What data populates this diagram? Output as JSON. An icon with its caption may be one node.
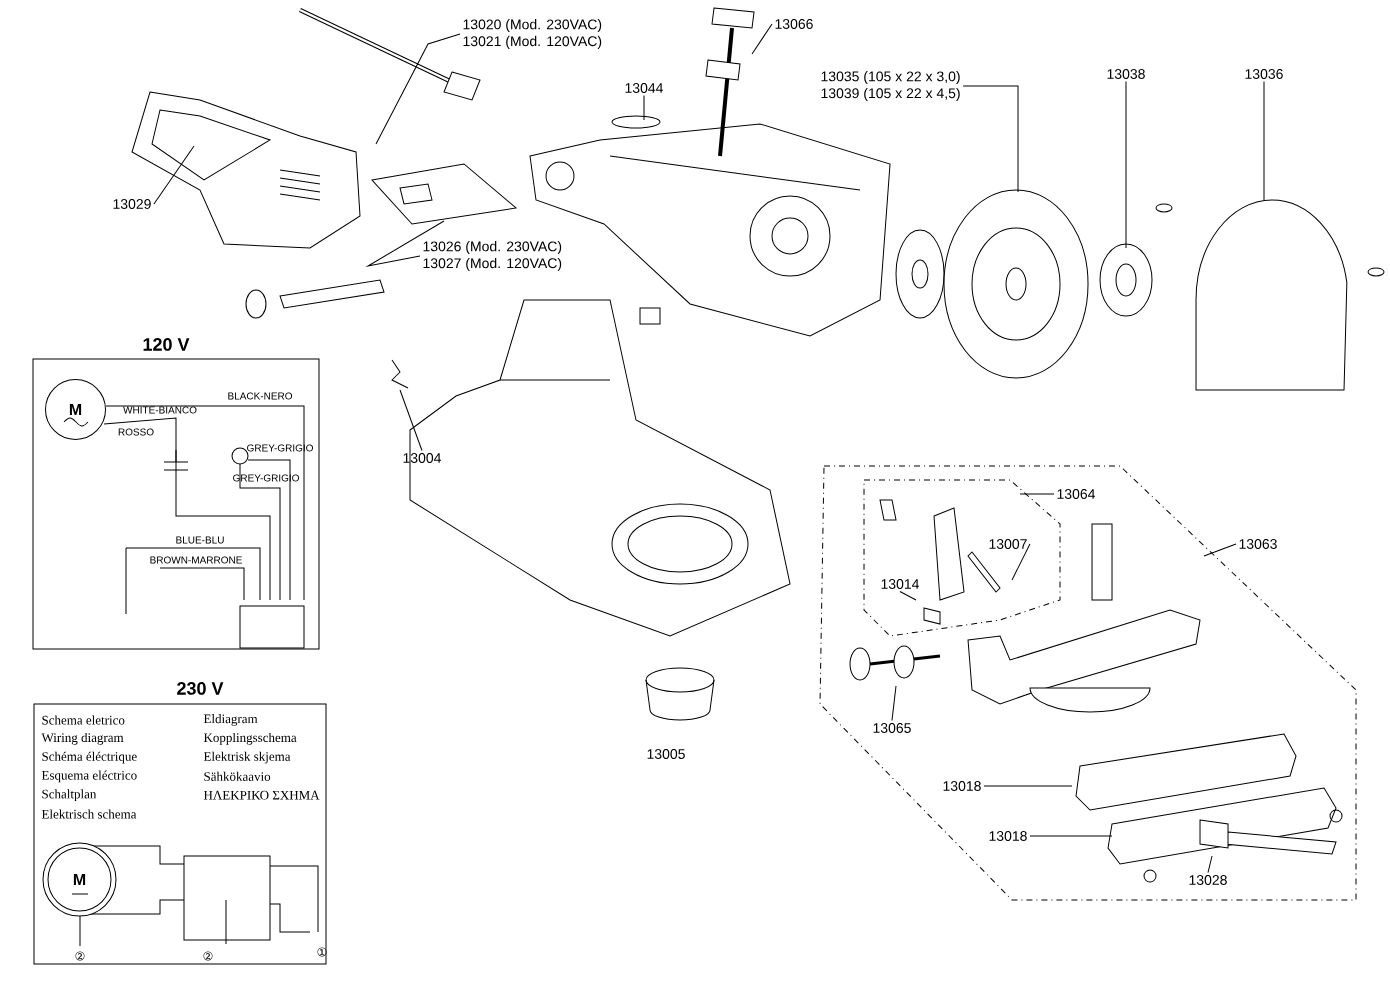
{
  "diagram": {
    "nodes": [
      {
        "text": [
          "13020 (Mod. 230VAC)",
          "13021 (Mod. 120VAC)"
        ]
      },
      {
        "text": [
          "13066"
        ]
      },
      {
        "text": [
          "13044"
        ]
      },
      {
        "text": [
          "13035 (105 x 22 x 3,0)",
          "13039 (105 x 22 x 4,5)"
        ]
      },
      {
        "text": [
          "13038"
        ]
      },
      {
        "text": [
          "13036"
        ]
      },
      {
        "text": [
          "13029"
        ]
      },
      {
        "text": [
          "13026 (Mod. 230VAC)",
          "13027 (Mod. 120VAC)"
        ]
      },
      {
        "text": [
          "120 V"
        ]
      },
      {
        "text": [
          "M"
        ],
        "in": 8
      },
      {
        "text": [
          "13004"
        ]
      },
      {
        "text": [
          "13064"
        ]
      },
      {
        "text": [
          "13007"
        ]
      },
      {
        "text": [
          "13063"
        ]
      },
      {
        "text": [
          "13014"
        ]
      },
      {
        "text": [
          "13065"
        ]
      },
      {
        "text": [
          "230 V",
          "Schema eletrico",
          "Wiring diagram",
          "Schéma éléctrique",
          "Esquema eléctrico",
          "Schaltplan",
          "Elektrisch schema",
          "Eldiagram",
          "Kopplingsschema",
          "Elektrisk skjema",
          "Sähkökaavio",
          "ΗΛΕΚΡΙΚΟ ΣΧΗΜΑ"
        ]
      },
      {
        "text": [
          "M"
        ],
        "in": 16
      },
      {
        "text": [
          "13018"
        ]
      },
      {
        "text": [
          "13018"
        ]
      },
      {
        "text": [
          "13028"
        ]
      }
    ],
    "edges": [
      {
        "from": 0,
        "to": null,
        "arrow": "none"
      },
      {
        "from": 1,
        "to": null,
        "arrow": "none"
      },
      {
        "from": 2,
        "to": null,
        "arrow": "none"
      },
      {
        "from": 3,
        "to": null,
        "arrow": "none"
      },
      {
        "from": 4,
        "to": null,
        "arrow": "none"
      },
      {
        "from": 5,
        "to": null,
        "arrow": "none"
      },
      {
        "from": 6,
        "to": null,
        "arrow": "none"
      },
      {
        "from": 7,
        "to": null,
        "arrow": "none"
      },
      {
        "from": 10,
        "to": null,
        "arrow": "none"
      },
      {
        "from": 11,
        "to": null,
        "arrow": "none"
      },
      {
        "from": 12,
        "to": null,
        "arrow": "none"
      },
      {
        "from": 13,
        "to": null,
        "arrow": "none"
      },
      {
        "from": 14,
        "to": null,
        "arrow": "none"
      },
      {
        "from": 15,
        "to": null,
        "arrow": "none"
      },
      {
        "from": 18,
        "to": null,
        "arrow": "none"
      },
      {
        "from": 19,
        "to": null,
        "arrow": "none"
      },
      {
        "from": 20,
        "to": null,
        "arrow": "none"
      }
    ],
    "labels": [
      "BLACK-NERO",
      "WHITE-BIANCO",
      "ROSSO",
      "GREY-GRIGIO",
      "GREY-GRIGIO",
      "BLUE-BLU",
      "BROWN-MARRONE",
      "13005",
      "②",
      "②",
      "①"
    ]
  }
}
